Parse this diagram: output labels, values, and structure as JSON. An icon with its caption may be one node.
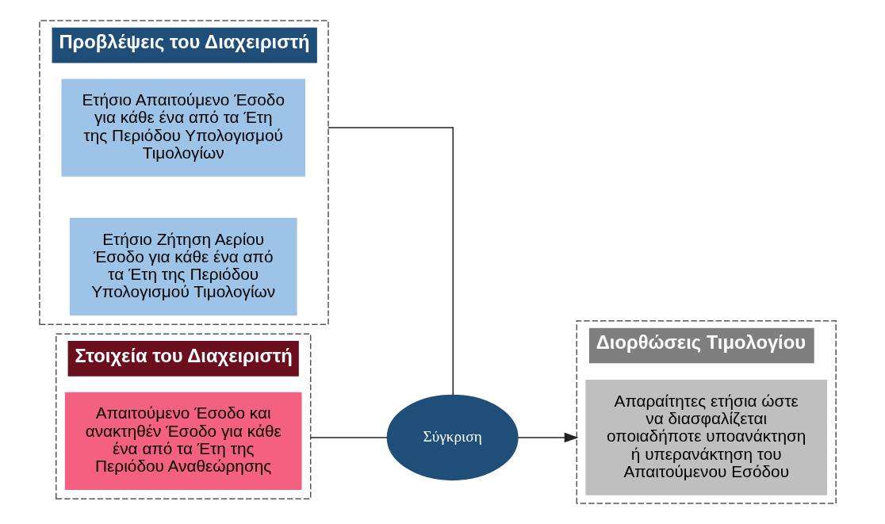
{
  "diagram": {
    "nodes": [
      {
        "text": [
          "Προβλέψεις του Διαχειριστή"
        ]
      },
      {
        "text": [
          "Ετήσιο Απαιτούμενο Έσοδο για κάθε ένα από τα Έτη της Περιόδου Υπολογισμού Τιμολογίων"
        ],
        "in": 0
      },
      {
        "text": [
          "Ετήσιο Ζήτηση Αερίου Έσοδο για κάθε ένα από τα Έτη της Περιόδου Υπολογισμού Τιμολογίων"
        ],
        "in": 0
      },
      {
        "text": [
          "Στοιχεία του Διαχειριστή"
        ]
      },
      {
        "text": [
          "Απαιτούμενο Έσοδο και ανακτηθέν Έσοδο για κάθε ένα από τα Έτη της Περιόδου Αναθεώρησης"
        ],
        "in": 3
      },
      {
        "text": [
          "Σύγκριση"
        ]
      },
      {
        "text": [
          "Διορθώσεις Τιμολογίου"
        ]
      },
      {
        "text": [
          "Απαραίτητες ετήσια ώστε να διασφαλίζεται οποιαδήποτε υποανάκτηση ή υπερανάκτηση του Απαιτούμενου Εσόδου"
        ],
        "in": 6
      }
    ],
    "edges": [
      {
        "from": 0,
        "to": 5,
        "arrow": "none"
      },
      {
        "from": 3,
        "to": 5,
        "arrow": "none"
      },
      {
        "from": 5,
        "to": 6,
        "arrow": "to"
      }
    ]
  }
}
